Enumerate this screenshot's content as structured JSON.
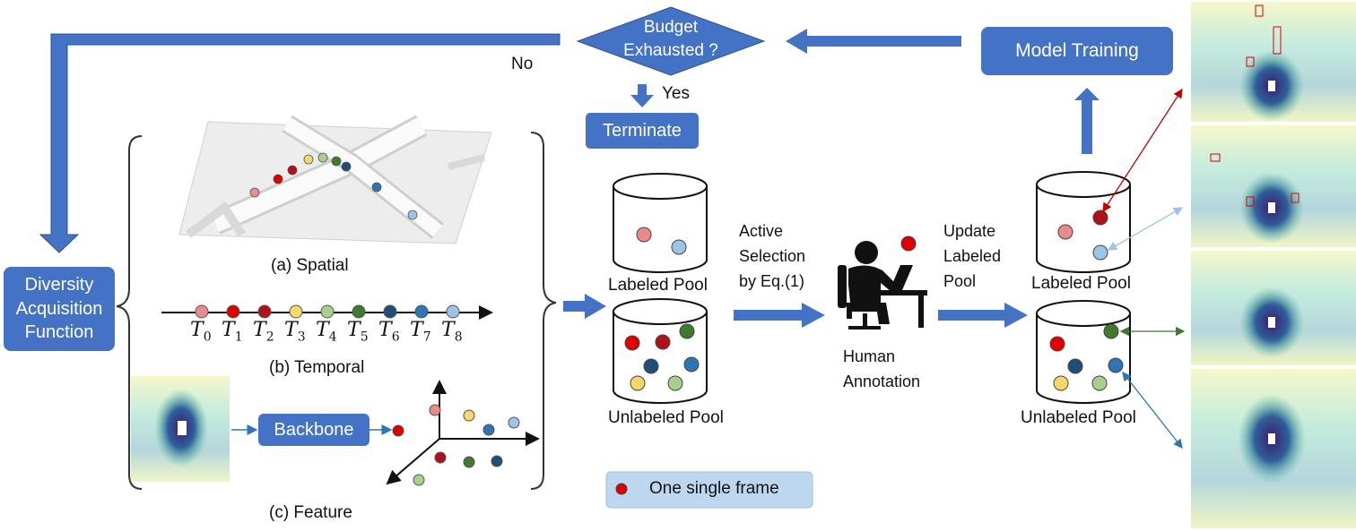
{
  "boxes": {
    "diversity": "Diversity Acquisition Function",
    "model_training": "Model Training",
    "terminate": "Terminate",
    "backbone": "Backbone"
  },
  "decision": {
    "line1": "Budget",
    "line2": "Exhausted ?"
  },
  "edges": {
    "no": "No",
    "yes": "Yes"
  },
  "captions": {
    "spatial": "(a) Spatial",
    "temporal": "(b) Temporal",
    "feature": "(c) Feature"
  },
  "time_ticks": [
    {
      "t": "T",
      "s": "0"
    },
    {
      "t": "T",
      "s": "1"
    },
    {
      "t": "T",
      "s": "2"
    },
    {
      "t": "T",
      "s": "3"
    },
    {
      "t": "T",
      "s": "4"
    },
    {
      "t": "T",
      "s": "5"
    },
    {
      "t": "T",
      "s": "6"
    },
    {
      "t": "T",
      "s": "7"
    },
    {
      "t": "T",
      "s": "8"
    }
  ],
  "pools": {
    "labeled_left": "Labeled Pool",
    "unlabeled_left": "Unlabeled Pool",
    "labeled_right": "Labeled Pool",
    "unlabeled_right": "Unlabeled Pool"
  },
  "selection": [
    "Active",
    "Selection",
    "by Eq.(1)"
  ],
  "update": [
    "Update",
    "Labeled",
    "Pool"
  ],
  "annotation": [
    "Human",
    "Annotation"
  ],
  "legend": "One single frame",
  "colors": {
    "box": "#4472c4",
    "arrow": "#4472c4",
    "pink": "#ea8a8a",
    "red": "#e00000",
    "darkred": "#b01018",
    "yellow": "#f5d86a",
    "lightgreen": "#a8d08d",
    "green": "#3f7a2e",
    "navy": "#1f4e79",
    "blue": "#2e75b6",
    "lightblue": "#9dc3e6"
  }
}
